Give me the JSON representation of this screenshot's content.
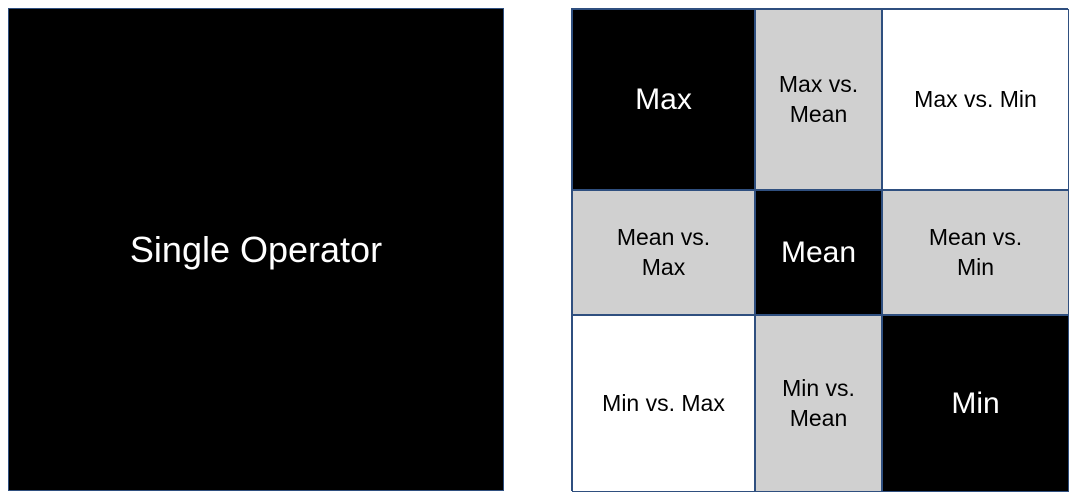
{
  "left_panel": {
    "label": "Single Operator",
    "fill": "#000000"
  },
  "grid": {
    "border_color": "#2f4f7f",
    "cells": [
      {
        "label": "Max",
        "fill": "black"
      },
      {
        "label": "Max vs. Mean",
        "fill": "gray"
      },
      {
        "label": "Max vs. Min",
        "fill": "white"
      },
      {
        "label": "Mean vs. Max",
        "fill": "gray"
      },
      {
        "label": "Mean",
        "fill": "black"
      },
      {
        "label": "Mean vs. Min",
        "fill": "gray"
      },
      {
        "label": "Min vs. Max",
        "fill": "white"
      },
      {
        "label": "Min vs. Mean",
        "fill": "gray"
      },
      {
        "label": "Min",
        "fill": "black"
      }
    ]
  }
}
